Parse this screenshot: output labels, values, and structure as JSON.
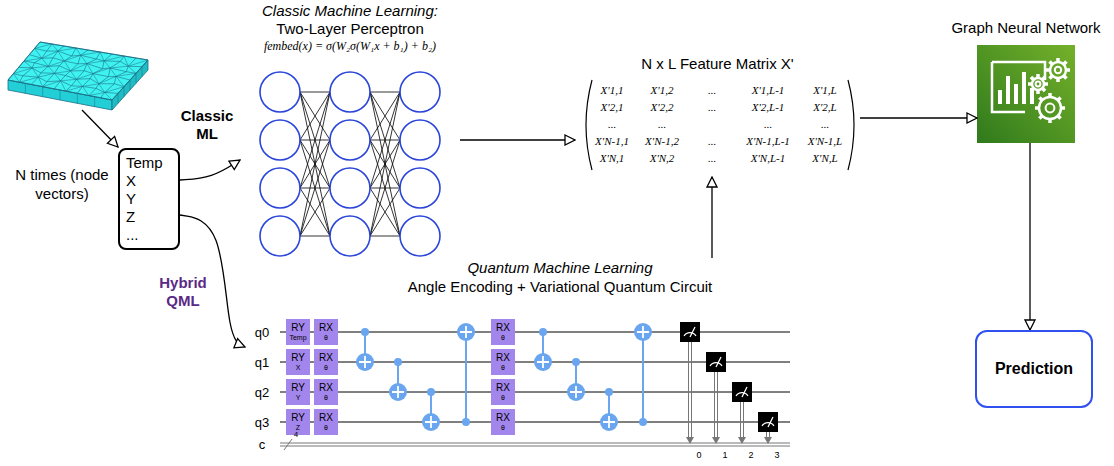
{
  "diagram": {
    "nodes": [
      {
        "text": [
          "Temp X Y Z ..."
        ]
      },
      {
        "text": [
          "Classic Machine Learning:",
          "Two-Layer Perceptron",
          "fembed(x) = σ(W₂σ(W₁x + b₁) + b₂)"
        ]
      },
      {
        "text": [
          "N x L Feature Matrix X'"
        ]
      },
      {
        "text": [
          "Quantum Machine Learning",
          "Angle Encoding + Variational Quantum Circuit"
        ]
      },
      {
        "text": [
          "RY",
          "Temp"
        ],
        "in": 3
      },
      {
        "text": [
          "RY",
          "X"
        ],
        "in": 3
      },
      {
        "text": [
          "RY",
          "Y"
        ],
        "in": 3
      },
      {
        "text": [
          "RY",
          "Z"
        ],
        "in": 3
      },
      {
        "text": [
          "RX",
          "θ"
        ],
        "in": 3
      },
      {
        "text": [
          "RX",
          "θ"
        ],
        "in": 3
      },
      {
        "text": [
          "RX",
          "θ"
        ],
        "in": 3
      },
      {
        "text": [
          "RX",
          "θ"
        ],
        "in": 3
      },
      {
        "text": [
          "RX",
          "θ"
        ],
        "in": 3
      },
      {
        "text": [
          "RX",
          "θ"
        ],
        "in": 3
      },
      {
        "text": [
          "RX",
          "θ"
        ],
        "in": 3
      },
      {
        "text": [
          "RX",
          "θ"
        ],
        "in": 3
      },
      {
        "text": [
          "Graph Neural Network"
        ]
      },
      {
        "text": [
          "Prediction"
        ]
      }
    ],
    "edges": [
      {
        "from": 0,
        "to": 1,
        "arrow": "to",
        "label": "Classic ML"
      },
      {
        "from": 0,
        "to": 3,
        "arrow": "to",
        "label": "Hybrid QML"
      },
      {
        "from": 1,
        "to": 2,
        "arrow": "to"
      },
      {
        "from": 3,
        "to": 2,
        "arrow": "to"
      },
      {
        "from": 2,
        "to": 16,
        "arrow": "to"
      },
      {
        "from": 16,
        "to": 17,
        "arrow": "to"
      }
    ],
    "labels": [
      "N times (node vectors)",
      "X'1,1",
      "X'1,2",
      "...",
      "X'1,L-1",
      "X'1,L",
      "X'2,1",
      "X'2,2",
      "...",
      "X'2,L-1",
      "X'2,L",
      "...",
      "...",
      "...",
      "...",
      "X'N-1,1",
      "X'N-1,2",
      "...",
      "X'N-1,L-1",
      "X'N-1,L",
      "X'N,1",
      "X'N,2",
      "...",
      "X'N,L-1",
      "X'N,L",
      "q0",
      "q1",
      "q2",
      "q3",
      "c",
      "4",
      "0",
      "1",
      "2",
      "3"
    ]
  }
}
